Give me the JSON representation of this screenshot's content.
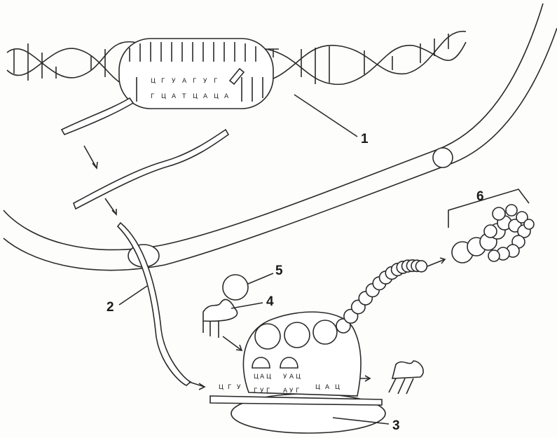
{
  "labels": {
    "l1": "1",
    "l2": "2",
    "l3": "3",
    "l4": "4",
    "l5": "5",
    "l6": "6"
  },
  "dna": {
    "rna_strand": [
      "Ц",
      "Г",
      "У",
      "А",
      "Г",
      "У",
      "Г"
    ],
    "template_strand": [
      "Г",
      "Ц",
      "А",
      "Т",
      "Ц",
      "А",
      "Ц",
      "А"
    ]
  },
  "ribosome": {
    "mrna_left": [
      "Ц",
      "Г",
      "У"
    ],
    "anticodon_1": [
      "Ц",
      "А",
      "Ц"
    ],
    "codon_1": [
      "Г",
      "У",
      "Г"
    ],
    "anticodon_2": [
      "У",
      "А",
      "Ц"
    ],
    "codon_2": [
      "А",
      "У",
      "Г"
    ],
    "mrna_right": [
      "Ц",
      "А",
      "Ц"
    ]
  }
}
